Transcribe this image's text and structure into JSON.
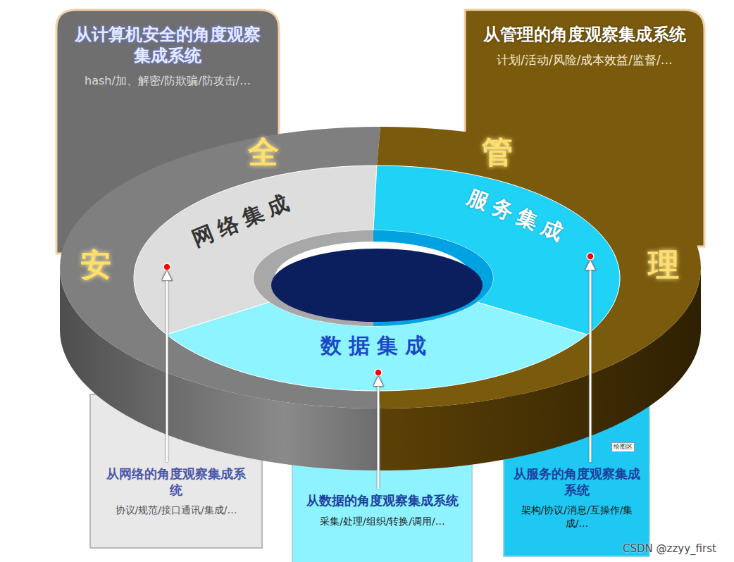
{
  "diagram": {
    "nodes": [
      {
        "text": [
          "从计算机安全的角度观察集成系统",
          "hash/加、解密/防欺骗/防攻击/…"
        ]
      },
      {
        "text": [
          "从管理的角度观察集成系统",
          "计划/活动/风险/成本效益/监督/…"
        ]
      },
      {
        "text": [
          "网络集成"
        ]
      },
      {
        "text": [
          "服务集成"
        ]
      },
      {
        "text": [
          "数据集成"
        ]
      },
      {
        "text": [
          "从网络的角度观察集成系统",
          "协议/规范/接口通讯/集成/…"
        ]
      },
      {
        "text": [
          "从数据的角度观察集成系统",
          "采集/处理/组织/转换/调用/…"
        ]
      },
      {
        "text": [
          "从服务的角度观察集成系统",
          "架构/协议/消息/互操作/集成/…"
        ]
      }
    ],
    "edges": [
      {
        "from": 5,
        "to": 2,
        "arrow": "to"
      },
      {
        "from": 6,
        "to": 4,
        "arrow": "to"
      },
      {
        "from": 7,
        "to": 3,
        "arrow": "to"
      }
    ],
    "labels": [
      "安",
      "全",
      "管",
      "理",
      "绘图区",
      "CSDN @zzyy_first"
    ]
  }
}
